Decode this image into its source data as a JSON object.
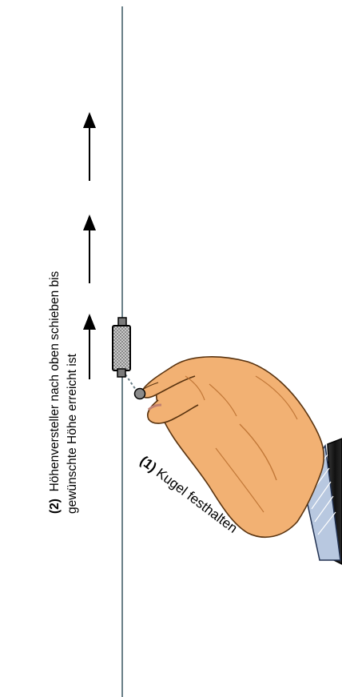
{
  "step1": {
    "number": "(1)",
    "text": "Kugel festhalten"
  },
  "step2": {
    "number": "(2)",
    "line1": "Höhenversteller nach oben schieben bis",
    "line2": "gewünschte Höhe erreicht ist"
  },
  "colors": {
    "cord": "#6a7f88",
    "slider_fill": "#9a9a9a",
    "skin": "#f2b173",
    "skin_shadow": "#c27838",
    "sleeve": "#1f1f1f",
    "cuff": "#b8c8e0",
    "arrow": "#000000"
  },
  "icons": {
    "hand": "hand-icon",
    "ball": "ball-icon",
    "slider": "height-adjuster-icon",
    "arrow": "arrow-up-icon"
  }
}
